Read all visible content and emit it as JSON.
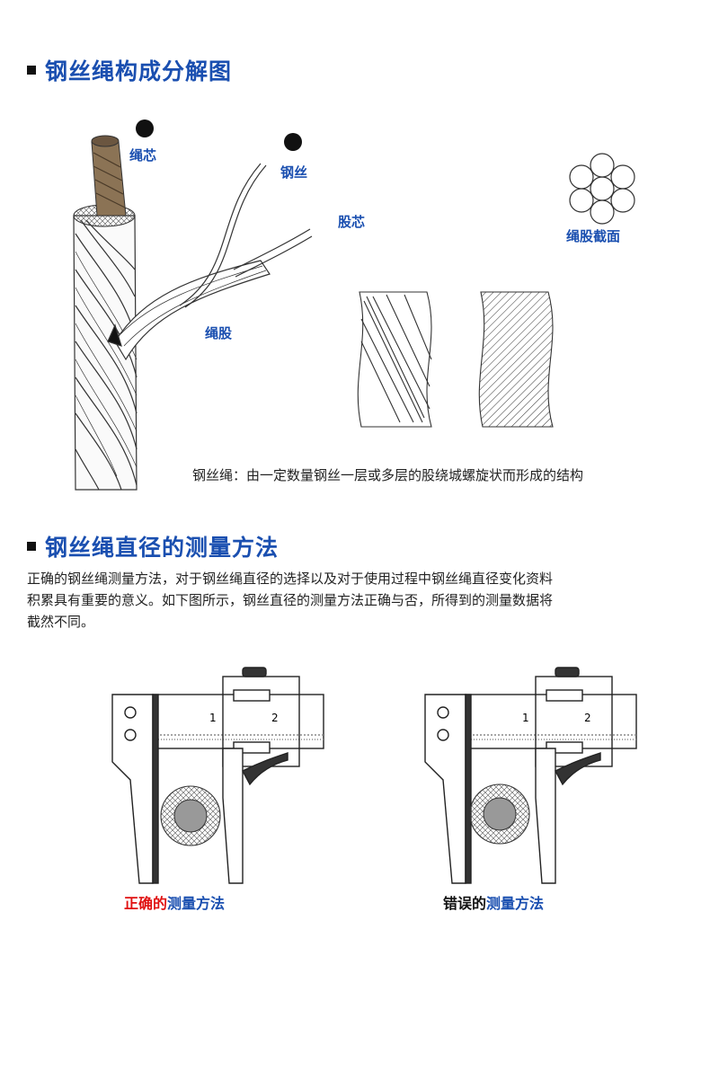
{
  "section1": {
    "title": "钢丝绳构成分解图",
    "labels": {
      "rope_core": "绳芯",
      "steel_wire": "钢丝",
      "strand_core": "股芯",
      "strand": "绳股",
      "strand_section": "绳股截面"
    },
    "description": "钢丝绳：由一定数量钢丝一层或多层的股绕城螺旋状而形成的结构"
  },
  "section2": {
    "title": "钢丝绳直径的测量方法",
    "paragraph_lines": [
      "正确的钢丝绳测量方法，对于钢丝绳直径的选择以及对于使用过程中钢丝绳直径变化资料",
      "积累具有重要的意义。如下图所示，钢丝直径的测量方法正确与否，所得到的测量数据将",
      "截然不同。"
    ],
    "caliper_scale": [
      "1",
      "2"
    ],
    "correct_caption": {
      "prefix": "正确的",
      "suffix": "测量方法"
    },
    "wrong_caption": {
      "prefix": "错误的",
      "suffix": "测量方法"
    }
  },
  "colors": {
    "title_blue": "#1a4fb0",
    "label_blue": "#1a4fb0",
    "correct_red": "#e01010"
  }
}
